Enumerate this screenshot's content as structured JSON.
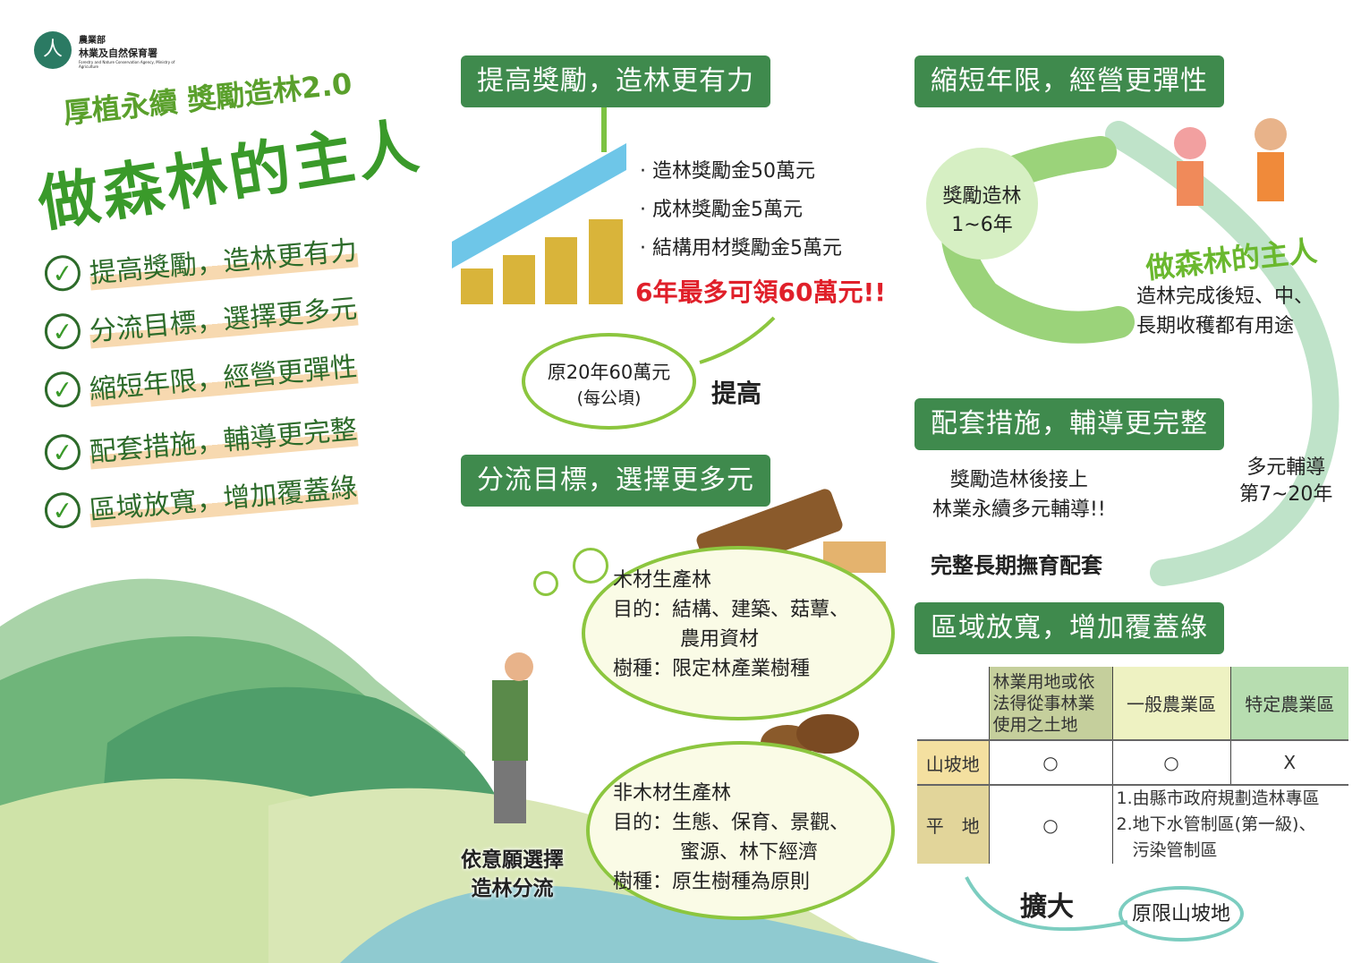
{
  "logo": {
    "line1": "農業部",
    "line2": "林業及自然保育署",
    "line3": "Forestry and Nature Conservation Agency, Ministry of Agriculture"
  },
  "title": {
    "sub": "厚植永續 獎勵造林2.0",
    "main": "做森林的主人"
  },
  "checklist": [
    "提高獎勵，造林更有力",
    "分流目標，選擇更多元",
    "縮短年限，經營更彈性",
    "配套措施，輔導更完整",
    "區域放寬，增加覆蓋綠"
  ],
  "sections": {
    "incentive": {
      "header": "提高獎勵，造林更有力",
      "bullets": [
        "· 造林獎勵金50萬元",
        "· 成林獎勵金5萬元",
        "· 結構用材獎勵金5萬元"
      ],
      "highlight": "6年最多可領60萬元!!",
      "original_line1": "原20年60萬元",
      "original_line2": "(每公頃)",
      "raise": "提高"
    },
    "shorten": {
      "header": "縮短年限，經營更彈性",
      "circle_line1": "獎勵造林",
      "circle_line2": "1~6年",
      "slogan": "做森林的主人",
      "desc_line1": "造林完成後短、中、",
      "desc_line2": "長期收穫都有用途"
    },
    "support": {
      "header": "配套措施，輔導更完整",
      "text_line1": "獎勵造林後接上",
      "text_line2": "林業永續多元輔導!!",
      "bold": "完整長期撫育配套",
      "circle_line1": "多元輔導",
      "circle_line2": "第7~20年"
    },
    "divert": {
      "header": "分流目標，選擇更多元",
      "timber": {
        "title": "木材生產林",
        "purpose": "目的：結構、建築、菇蕈、",
        "purpose2": "農用資材",
        "species": "樹種：限定林產業樹種"
      },
      "nontimber": {
        "title": "非木材生產林",
        "purpose": "目的：生態、保育、景觀、",
        "purpose2": "蜜源、林下經濟",
        "species": "樹種：原生樹種為原則"
      },
      "choice_line1": "依意願選擇",
      "choice_line2": "造林分流"
    },
    "expand": {
      "header": "區域放寬，增加覆蓋綠",
      "columns": [
        "林業用地或依法得從事林業使用之土地",
        "一般農業區",
        "特定農業區"
      ],
      "rows": [
        {
          "label": "山坡地",
          "cells": [
            "○",
            "○",
            "X"
          ]
        },
        {
          "label": "平　地",
          "cells": [
            "○"
          ],
          "note1": "1.由縣市政府規劃造林專區",
          "note2": "2.地下水管制區(第一級)、",
          "note3": "污染管制區"
        }
      ],
      "expand_label": "擴大",
      "original": "原限山坡地"
    }
  },
  "colors": {
    "header": "#3f8a4d",
    "accent_green": "#4a9a2a",
    "red": "#e0202a"
  }
}
